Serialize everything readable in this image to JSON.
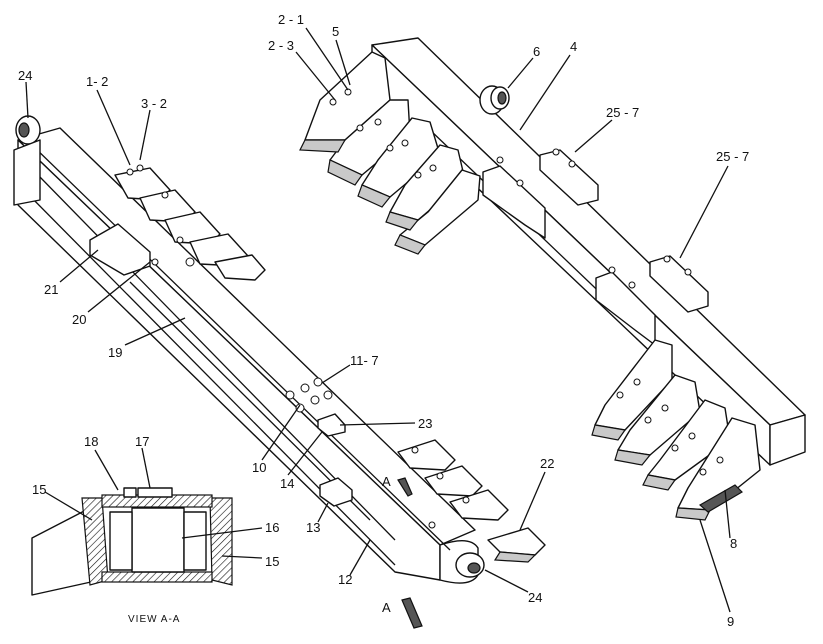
{
  "callouts": [
    {
      "key": "c_2_1",
      "text": "2 - 1"
    },
    {
      "key": "c_5",
      "text": "5"
    },
    {
      "key": "c_2_3",
      "text": "2 - 3"
    },
    {
      "key": "c_6",
      "text": "6"
    },
    {
      "key": "c_4",
      "text": "4"
    },
    {
      "key": "c_24_top",
      "text": "24"
    },
    {
      "key": "c_1_2",
      "text": "1- 2"
    },
    {
      "key": "c_3_2",
      "text": "3 - 2"
    },
    {
      "key": "c_25_7_a",
      "text": "25 - 7"
    },
    {
      "key": "c_25_7_b",
      "text": "25 - 7"
    },
    {
      "key": "c_21",
      "text": "21"
    },
    {
      "key": "c_20",
      "text": "20"
    },
    {
      "key": "c_19",
      "text": "19"
    },
    {
      "key": "c_11_7",
      "text": "11- 7"
    },
    {
      "key": "c_23",
      "text": "23"
    },
    {
      "key": "c_10",
      "text": "10"
    },
    {
      "key": "c_14",
      "text": "14"
    },
    {
      "key": "c_18",
      "text": "18"
    },
    {
      "key": "c_17",
      "text": "17"
    },
    {
      "key": "c_15_left",
      "text": "15"
    },
    {
      "key": "c_16",
      "text": "16"
    },
    {
      "key": "c_15_right",
      "text": "15"
    },
    {
      "key": "c_13",
      "text": "13"
    },
    {
      "key": "c_12",
      "text": "12"
    },
    {
      "key": "c_22",
      "text": "22"
    },
    {
      "key": "c_8",
      "text": "8"
    },
    {
      "key": "c_9",
      "text": "9"
    },
    {
      "key": "c_24_bottom",
      "text": "24"
    },
    {
      "key": "c_a_upper",
      "text": "A"
    },
    {
      "key": "c_a_lower",
      "text": "A"
    }
  ],
  "view_label": "VIEW   A-A"
}
